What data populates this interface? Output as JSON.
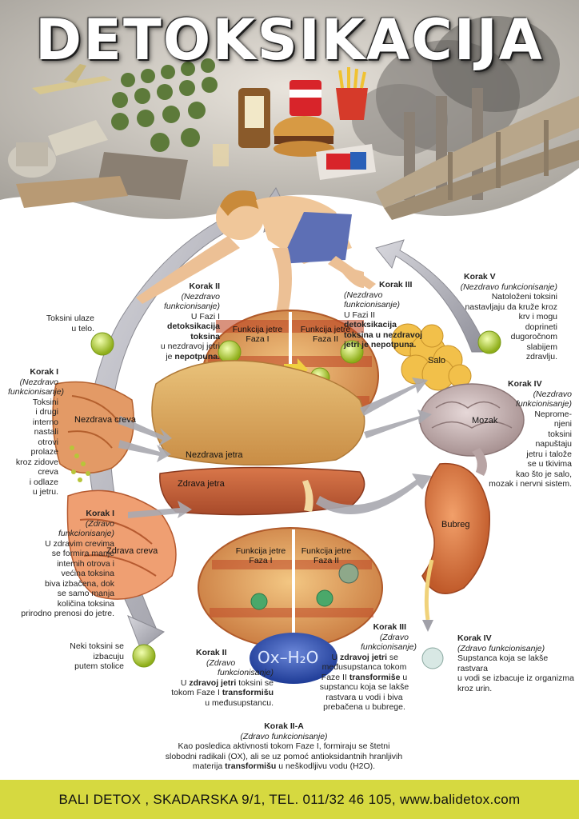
{
  "title": "DETOKSIKACIJA",
  "organs": {
    "nezdrava_creva": "Nezdrava creva",
    "nezdrava_jetra": "Nezdrava jetra",
    "zdrava_jetra": "Zdrava jetra",
    "zdrava_creva": "Zdrava creva",
    "salo": "Salo",
    "mozak": "Mozak",
    "bubreg": "Bubreg"
  },
  "phases": {
    "top_left": {
      "line1": "Funkcija jetre",
      "line2": "Faza I"
    },
    "top_right": {
      "line1": "Funkcija jetre",
      "line2": "Faza II"
    },
    "bottom_left": {
      "line1": "Funkcija jetre",
      "line2": "Faza I"
    },
    "bottom_right": {
      "line1": "Funkcija jetre",
      "line2": "Faza II"
    }
  },
  "ox": "Ox–H₂O",
  "toksini_ulaze": {
    "line1": "Toksini ulaze",
    "line2": "u telo."
  },
  "korak1_unhealthy": {
    "title": "Korak I",
    "status": [
      "(Nezdravo",
      "funkcionisanje)"
    ],
    "body": [
      "Toksini",
      "i drugi",
      "interno",
      "nastali",
      "otrovi",
      "prolaze",
      "kroz zidove",
      "creva",
      "i odlaze",
      "u jetru."
    ]
  },
  "korak1_healthy": {
    "title": "Korak I",
    "status": [
      "(Zdravo",
      "funkcionisanje)"
    ],
    "body": [
      "U zdravim crevima",
      "se formira manje",
      "internih otrova i",
      "većina toksina",
      "biva izbačena, dok",
      "se samo manja",
      "količina toksina",
      "prirodno prenosi do jetre."
    ]
  },
  "neki_toksini": {
    "lines": [
      "Neki toksini se",
      "izbacuju",
      "putem stolice"
    ]
  },
  "korak2_unhealthy": {
    "title": "Korak II",
    "status": [
      "(Nezdravo",
      "funkcionisanje)"
    ],
    "line1": "U Fazi I",
    "line2_bold": "detoksikacija",
    "line3_bold": "toksina",
    "line4": "u nezdravoj jetri",
    "line5_pre": "je ",
    "line5_bold": "nepotpuna."
  },
  "korak3_unhealthy": {
    "title": "Korak III",
    "status": [
      "(Nezdravo",
      "funkcionisanje)"
    ],
    "line1": "U Fazi II",
    "line2_bold": "detoksikacija",
    "line3_bold": "toksina u nezdravoj",
    "line4_bold": "jetri je nepotpuna."
  },
  "korak5_unhealthy": {
    "title": "Korak V",
    "status": "(Nezdravo funkcionisanje)",
    "body": [
      "Natoloženi toksini",
      "nastavljaju da kruže kroz",
      "krv i mogu",
      "doprineti",
      "dugoročnom",
      "slabijem",
      "zdravlju."
    ]
  },
  "korak4_unhealthy": {
    "title": "Korak IV",
    "status": [
      "(Nezdravo",
      "funkcionisanje)"
    ],
    "body": [
      "Neprome-",
      "njeni",
      "toksini",
      "napuštaju",
      "jetru i talože",
      "se u tkivima",
      "kao što je salo,",
      "mozak i nervni sistem."
    ]
  },
  "korak2_healthy": {
    "title": "Korak II",
    "status": [
      "(Zdravo",
      "funkcionisanje)"
    ],
    "line1_pre": "U ",
    "line1_bold": "zdravoj jetri",
    "line1_post": " toksini se",
    "line2_pre": "tokom Faze I ",
    "line2_bold": "transformišu",
    "line3": "u međusupstancu."
  },
  "korak3_healthy": {
    "title": "Korak III",
    "status": [
      "(Zdravo",
      "funkcionisanje)"
    ],
    "line1_pre": "U ",
    "line1_bold": "zdravoj jetri",
    "line1_post": " se",
    "line2": "međusupstanca tokom",
    "line3_pre": "Faze II ",
    "line3_bold": "transformiše",
    "line3_post": " u",
    "line4": "supstancu koja se lakše",
    "line5": "rastvara u vodi i biva",
    "line6": "prebačena u bubrege."
  },
  "korak4_healthy": {
    "title": "Korak IV",
    "status": "(Zdravo funkcionisanje)",
    "body": [
      "Supstanca koja se lakše rastvara",
      "u vodi se izbacuje iz organizma",
      "kroz urin."
    ]
  },
  "korak2a_healthy": {
    "title": "Korak II-A",
    "status": "(Zdravo funkcionisanje)",
    "line1": "Kao posledica aktivnosti tokom Faze I, formiraju se štetni",
    "line2": "slobodni radikali (OX), ali se uz pomoć antioksidantnih hranljivih",
    "line3_pre": "materija ",
    "line3_bold": "transformišu",
    "line3_post": " u neškodljivu vodu (H2O)."
  },
  "footer": "BALI DETOX , SKADARSKA 9/1, TEL. 011/32 46 105, www.balidetox.com",
  "colors": {
    "footer_bg": "#d6d940",
    "liver": "#c8643c",
    "arrow": "#a9a9b0",
    "toxin": "#b9d23a"
  }
}
